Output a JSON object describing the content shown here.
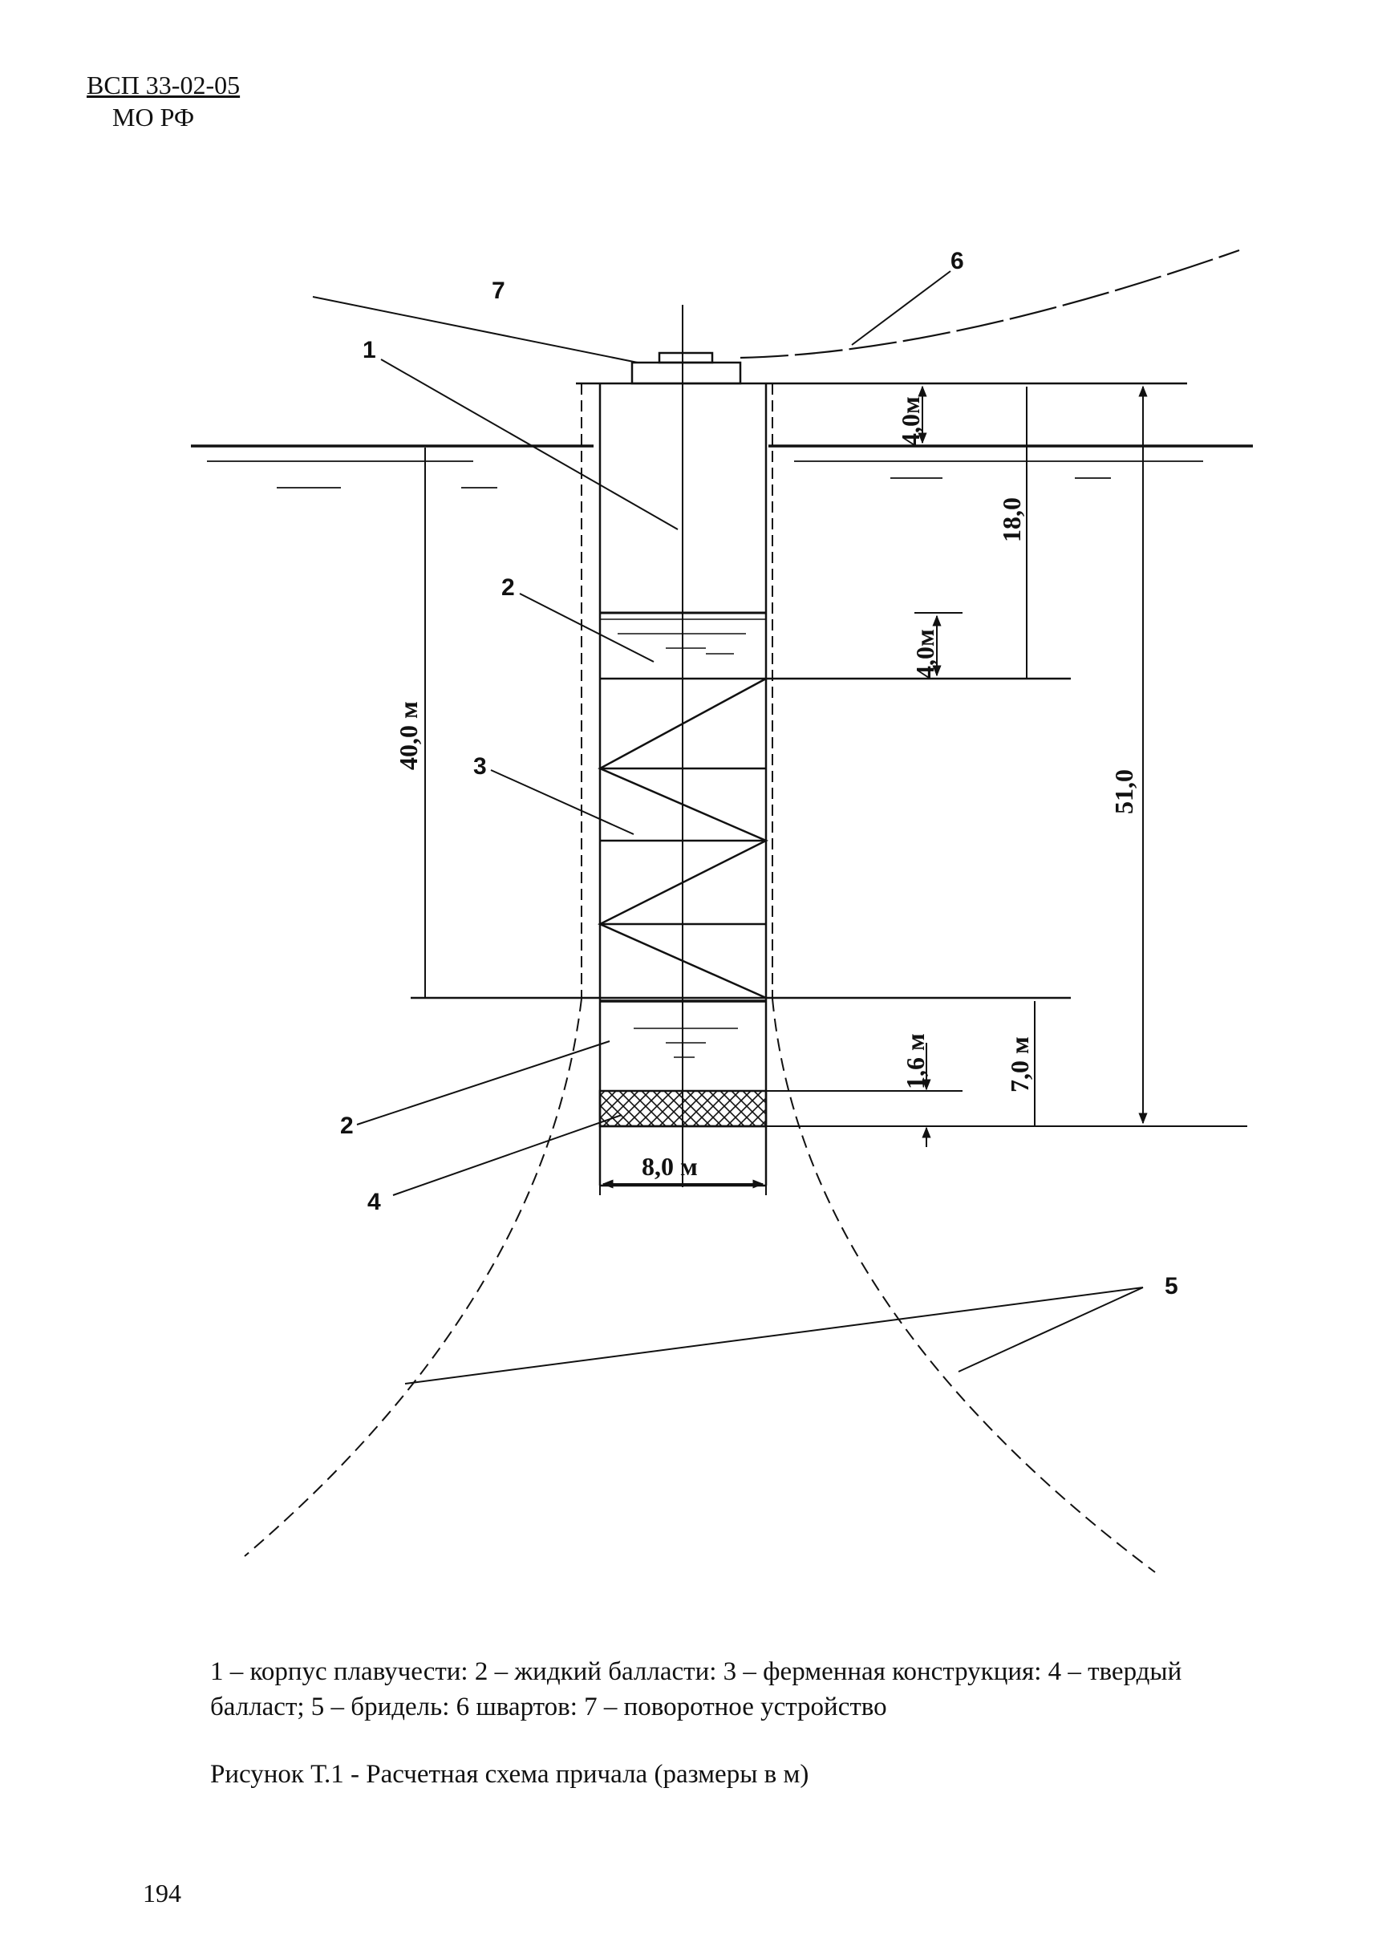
{
  "header": {
    "doc_code": "ВСП 33-02-05",
    "organization": "МО РФ"
  },
  "diagram": {
    "callouts": [
      "1",
      "2",
      "3",
      "2",
      "4",
      "5",
      "6",
      "7"
    ],
    "dimensions": {
      "top_freeboard": "4,0м",
      "draft_to_ballast": "18,0",
      "liquid_ballast_upper": "4,0м",
      "water_depth": "40,0 м",
      "total_height": "51,0",
      "solid_ballast": "1,6 м",
      "lower_section": "7,0 м",
      "width": "8,0 м"
    }
  },
  "legend": {
    "text": "1 – корпус плавучести: 2 – жидкий балласти: 3 – ферменная конструкция: 4 – твердый балласт; 5 – бридель: 6 швартов: 7 – поворотное устройство"
  },
  "figure": {
    "title": "Рисунок Т.1 - Расчетная схема причала (размеры в м)"
  },
  "page": {
    "number": "194"
  }
}
